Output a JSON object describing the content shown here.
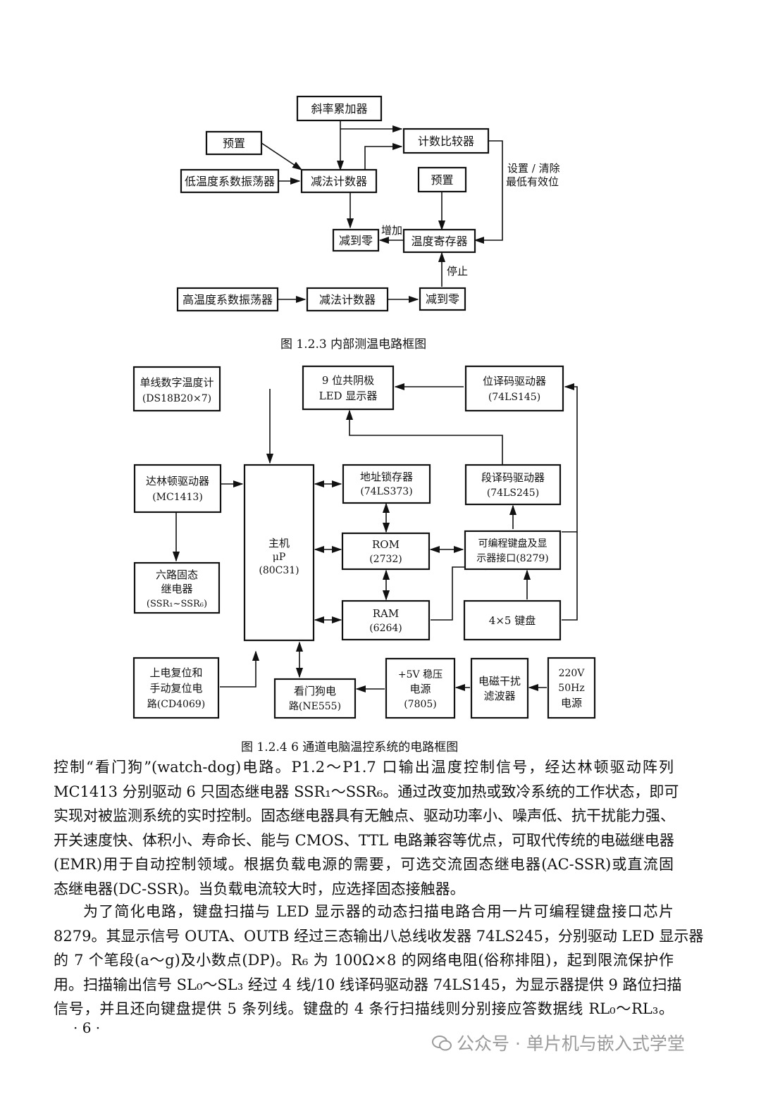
{
  "fig123": {
    "caption": "图 1.2.3  内部测温电路框图",
    "nodes": {
      "slope_acc": "斜率累加器",
      "preset1": "预置",
      "counter_cmp": "计数比较器",
      "low_osc": "低温度系数振荡器",
      "down_cnt1": "减法计数器",
      "preset2": "预置",
      "zero1": "减到零",
      "temp_reg": "温度寄存器",
      "high_osc": "高温度系数振荡器",
      "down_cnt2": "减法计数器",
      "zero2": "减到零"
    },
    "labels": {
      "set_clear_1": "设置 / 清除",
      "set_clear_2": "最低有效位",
      "inc": "增加",
      "stop": "停止"
    }
  },
  "fig124": {
    "caption": "图 1.2.4  6 通道电脑温控系统的电路框图",
    "nodes": {
      "ds18b20": [
        "单线数字温度计",
        "(DS18B20×7)"
      ],
      "led": [
        "9 位共阴极",
        "LED 显示器"
      ],
      "bitdrv": [
        "位译码驱动器",
        "(74LS145)"
      ],
      "darl": [
        "达林顿驱动器",
        "(MC1413)"
      ],
      "addr_latch": [
        "地址锁存器",
        "(74LS373)"
      ],
      "segdrv": [
        "段译码驱动器",
        "(74LS245)"
      ],
      "cpu": [
        "主机",
        "μP",
        "(80C31)"
      ],
      "rom": [
        "ROM",
        "(2732)"
      ],
      "kbd_if": [
        "可编程键盘及显",
        "示器接口(8279)"
      ],
      "ssr": [
        "六路固态",
        "继电器",
        "(SSR₁~SSR₆)"
      ],
      "ram": [
        "RAM",
        "(6264)"
      ],
      "keyboard": [
        "4×5 键盘"
      ],
      "reset": [
        "上电复位和",
        "手动复位电",
        "路(CD4069)"
      ],
      "watchdog": [
        "看门狗电",
        "路(NE555)"
      ],
      "regulator": [
        "+5V 稳压",
        "电源",
        "(7805)"
      ],
      "emi": [
        "电磁干扰",
        "滤波器"
      ],
      "mains": [
        "220V",
        "50Hz",
        "电源"
      ]
    }
  },
  "body": {
    "p1": [
      "控制“看门狗”(watch-dog)电路。P1.2～P1.7 口输出温度控制信号，经达林顿驱动阵列",
      "MC1413 分别驱动 6 只固态继电器 SSR₁～SSR₆。通过改变加热或致冷系统的工作状态，即可",
      "实现对被监测系统的实时控制。固态继电器具有无触点、驱动功率小、噪声低、抗干扰能力强、",
      "开关速度快、体积小、寿命长、能与 CMOS、TTL 电路兼容等优点，可取代传统的电磁继电器",
      "(EMR)用于自动控制领域。根据负载电源的需要，可选交流固态继电器(AC-SSR)或直流固",
      "态继电器(DC-SSR)。当负载电流较大时，应选择固态接触器。"
    ],
    "p2": [
      "为了简化电路，键盘扫描与 LED 显示器的动态扫描电路合用一片可编程键盘接口芯片",
      "8279。其显示信号 OUTA、OUTB 经过三态输出八总线收发器 74LS245，分别驱动 LED 显示器",
      "的 7 个笔段(a～g)及小数点(DP)。R₆ 为 100Ω×8 的网络电阻(俗称排阻)，起到限流保护作",
      "用。扫描输出信号 SL₀～SL₃ 经过 4 线/10 线译码驱动器 74LS145，为显示器提供 9 路位扫描",
      "信号，并且还向键盘提供 5 条列线。键盘的 4 条行扫描线则分别接应答数据线 RL₀～RL₃。"
    ]
  },
  "page_number": "· 6 ·",
  "watermark": "公众号 · 单片机与嵌入式学堂"
}
